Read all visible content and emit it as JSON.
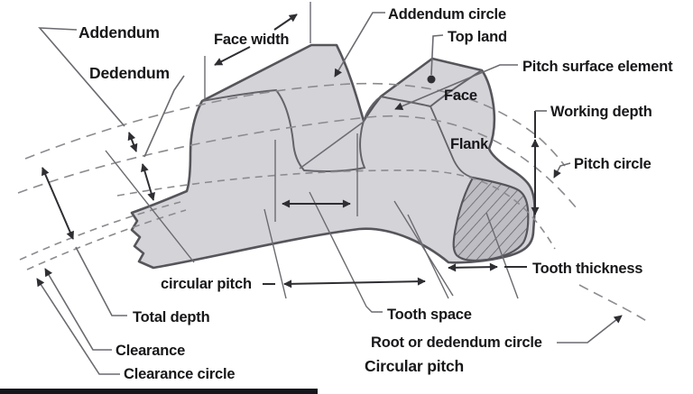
{
  "labels": {
    "addendum": "Addendum",
    "dedendum": "Dedendum",
    "face_width": "Face width",
    "addendum_circle": "Addendum circle",
    "top_land": "Top land",
    "pitch_surface_element": "Pitch surface element",
    "face": "Face",
    "working_depth": "Working depth",
    "flank": "Flank",
    "pitch_circle": "Pitch circle",
    "tooth_thickness": "Tooth thickness",
    "circular_pitch_lower": "circular pitch",
    "total_depth": "Total depth",
    "clearance": "Clearance",
    "clearance_circle": "Clearance circle",
    "tooth_space": "Tooth space",
    "root_or_dedendum_circle": "Root or dedendum circle",
    "circular_pitch_caption": "Circular pitch"
  },
  "colors": {
    "background": "#ffffff",
    "body_fill": "#d4d4d8",
    "body_stroke": "#55555b",
    "section_fill": "#bdbdc3",
    "dashed_arc": "#8b8b90",
    "dimension": "#2e2e33",
    "leader": "#6a6a70",
    "text": "#17171a",
    "bottom_bar": "#15151c"
  }
}
